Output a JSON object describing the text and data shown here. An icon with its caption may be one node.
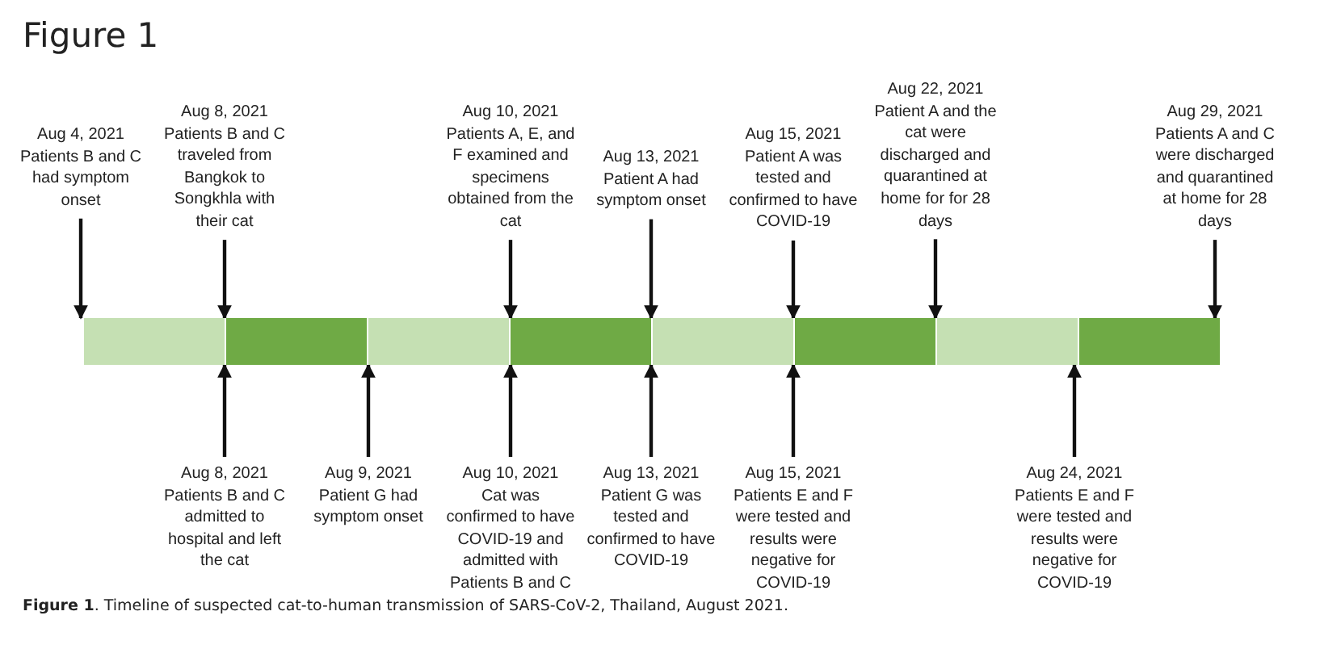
{
  "diagram": {
    "title": "Figure 1",
    "caption": "**Figure 1**. Timeline of suspected cat-to-human transmission of SARS-CoV-2, Thailand, August 2021.",
    "nodes": [
      {
        "text": [
          "Aug 4, 2021",
          "Patients B and C had symptom onset"
        ]
      },
      {
        "text": [
          "Aug 8, 2021",
          "Patients B and C traveled from Bangkok to Songkhla with their cat"
        ]
      },
      {
        "text": [
          "Aug 10, 2021",
          "Patients A, E, and F examined and specimens obtained from the cat"
        ]
      },
      {
        "text": [
          "Aug 13, 2021",
          "Patient A had symptom onset"
        ]
      },
      {
        "text": [
          "Aug 15, 2021",
          "Patient A was tested and confirmed to have COVID-19"
        ]
      },
      {
        "text": [
          "Aug 22, 2021",
          "Patient A and the cat were discharged and quarantined at home for for 28 days"
        ]
      },
      {
        "text": [
          "Aug 29, 2021",
          "Patients A and C were discharged and quarantined at home for 28 days"
        ]
      },
      {
        "text": [],
        "shape": "bar"
      },
      {
        "text": [
          "Aug 8, 2021",
          "Patients B and C admitted to hospital and left the cat"
        ]
      },
      {
        "text": [
          "Aug 9, 2021",
          "Patient G had symptom onset"
        ]
      },
      {
        "text": [
          "Aug 10, 2021",
          "Cat was confirmed to have COVID-19 and admitted with Patients B and C"
        ]
      },
      {
        "text": [
          "Aug 13, 2021",
          "Patient G was tested and confirmed to have COVID-19"
        ]
      },
      {
        "text": [
          "Aug 15, 2021",
          "Patients E and F were tested and results were negative for COVID-19"
        ]
      },
      {
        "text": [
          "Aug 24, 2021",
          "Patients E and F were tested and results were negative for COVID-19"
        ]
      }
    ],
    "edges": [
      {
        "from": 0,
        "to": 7,
        "arrow": "to"
      },
      {
        "from": 1,
        "to": 7,
        "arrow": "to"
      },
      {
        "from": 2,
        "to": 7,
        "arrow": "to"
      },
      {
        "from": 3,
        "to": 7,
        "arrow": "to"
      },
      {
        "from": 4,
        "to": 7,
        "arrow": "to"
      },
      {
        "from": 5,
        "to": 7,
        "arrow": "to"
      },
      {
        "from": 6,
        "to": 7,
        "arrow": "to"
      },
      {
        "from": 8,
        "to": 7,
        "arrow": "to"
      },
      {
        "from": 9,
        "to": 7,
        "arrow": "to"
      },
      {
        "from": 10,
        "to": 7,
        "arrow": "to"
      },
      {
        "from": 11,
        "to": 7,
        "arrow": "to"
      },
      {
        "from": 12,
        "to": 7,
        "arrow": "to"
      },
      {
        "from": 13,
        "to": 7,
        "arrow": "to"
      }
    ]
  }
}
